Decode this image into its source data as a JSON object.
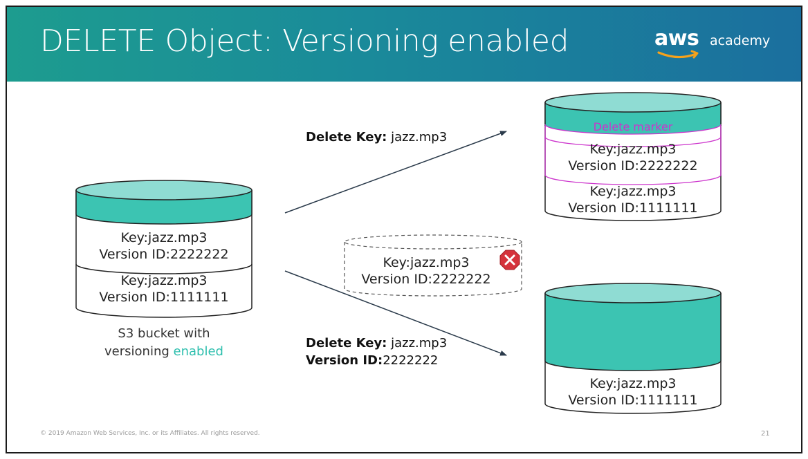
{
  "slide": {
    "title": "DELETE Object: Versioning enabled",
    "logo": {
      "wordmark": "aws",
      "subtitle": "academy"
    },
    "footer": {
      "copyright": "© 2019 Amazon Web Services, Inc. or its Affiliates. All rights reserved.",
      "page_number": "21"
    }
  },
  "colors": {
    "teal_fill": "#3cc4b2",
    "teal_light": "#8fdcd3",
    "marker_pink": "#cc33cc",
    "header_start": "#1d9c8f",
    "header_end": "#1b6f9e"
  },
  "left_bucket": {
    "versions": [
      {
        "key_label": "Key:",
        "key_value": "jazz.mp3",
        "version_label": "Version ID:",
        "version_value": "2222222"
      },
      {
        "key_label": "Key:",
        "key_value": "jazz.mp3",
        "version_label": "Version ID:",
        "version_value": "1111111"
      }
    ],
    "caption_line1": "S3 bucket with",
    "caption_line2_prefix": "versioning",
    "caption_line2_accent": "enabled"
  },
  "delete_key_request": {
    "label": "Delete Key:",
    "value": "jazz.mp3"
  },
  "delete_version_request": {
    "key_label": "Delete Key:",
    "key_value": "jazz.mp3",
    "version_label": "Version ID:",
    "version_value": "2222222"
  },
  "top_right_bucket": {
    "marker_label": "Delete marker",
    "versions": [
      {
        "key_label": "Key:",
        "key_value": "jazz.mp3",
        "version_label": "Version ID:",
        "version_value": "2222222"
      },
      {
        "key_label": "Key:",
        "key_value": "jazz.mp3",
        "version_label": "Version ID:",
        "version_value": "1111111"
      }
    ]
  },
  "deleted_version": {
    "key_label": "Key:",
    "key_value": "jazz.mp3",
    "version_label": "Version ID:",
    "version_value": "2222222",
    "icon": "error-x-icon"
  },
  "bottom_right_bucket": {
    "versions": [
      {
        "key_label": "Key:",
        "key_value": "jazz.mp3",
        "version_label": "Version ID:",
        "version_value": "1111111"
      }
    ]
  }
}
